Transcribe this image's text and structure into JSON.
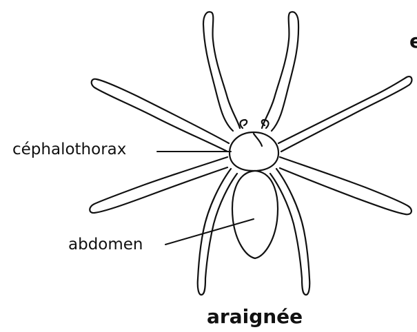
{
  "labels": {
    "cephalothorax": "céphalothorax",
    "abdomen": "abdomen"
  },
  "title": "araignée",
  "cropped_text": "e",
  "colors": {
    "ink": "#111111",
    "fill": "#ffffff"
  }
}
